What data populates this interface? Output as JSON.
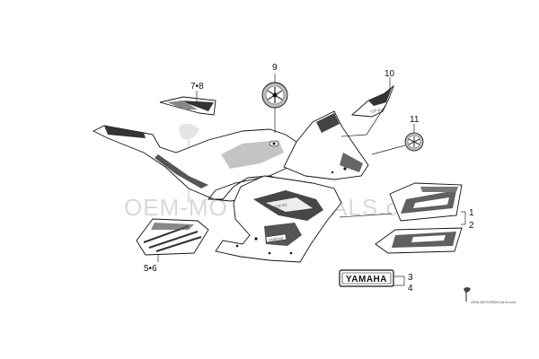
{
  "watermark": {
    "text": "OEM-MOTORDECALS.com",
    "corner_text": "OEM-MOTORDECALS.com"
  },
  "callouts": [
    {
      "id": "callout-7-8",
      "text": "7•8"
    },
    {
      "id": "callout-9",
      "text": "9"
    },
    {
      "id": "callout-10",
      "text": "10"
    },
    {
      "id": "callout-11",
      "text": "11"
    },
    {
      "id": "callout-1",
      "text": "1"
    },
    {
      "id": "callout-2",
      "text": "2"
    },
    {
      "id": "callout-3",
      "text": "3"
    },
    {
      "id": "callout-4",
      "text": "4"
    },
    {
      "id": "callout-5-6",
      "text": "5•6"
    }
  ],
  "parts": {
    "yamaha_emblem_label": "YAMAHA",
    "fairing_decal_label": "YAMAHA",
    "cowl_script_left": "YZF-R1",
    "cowl_script_right": "YZF-R1"
  }
}
